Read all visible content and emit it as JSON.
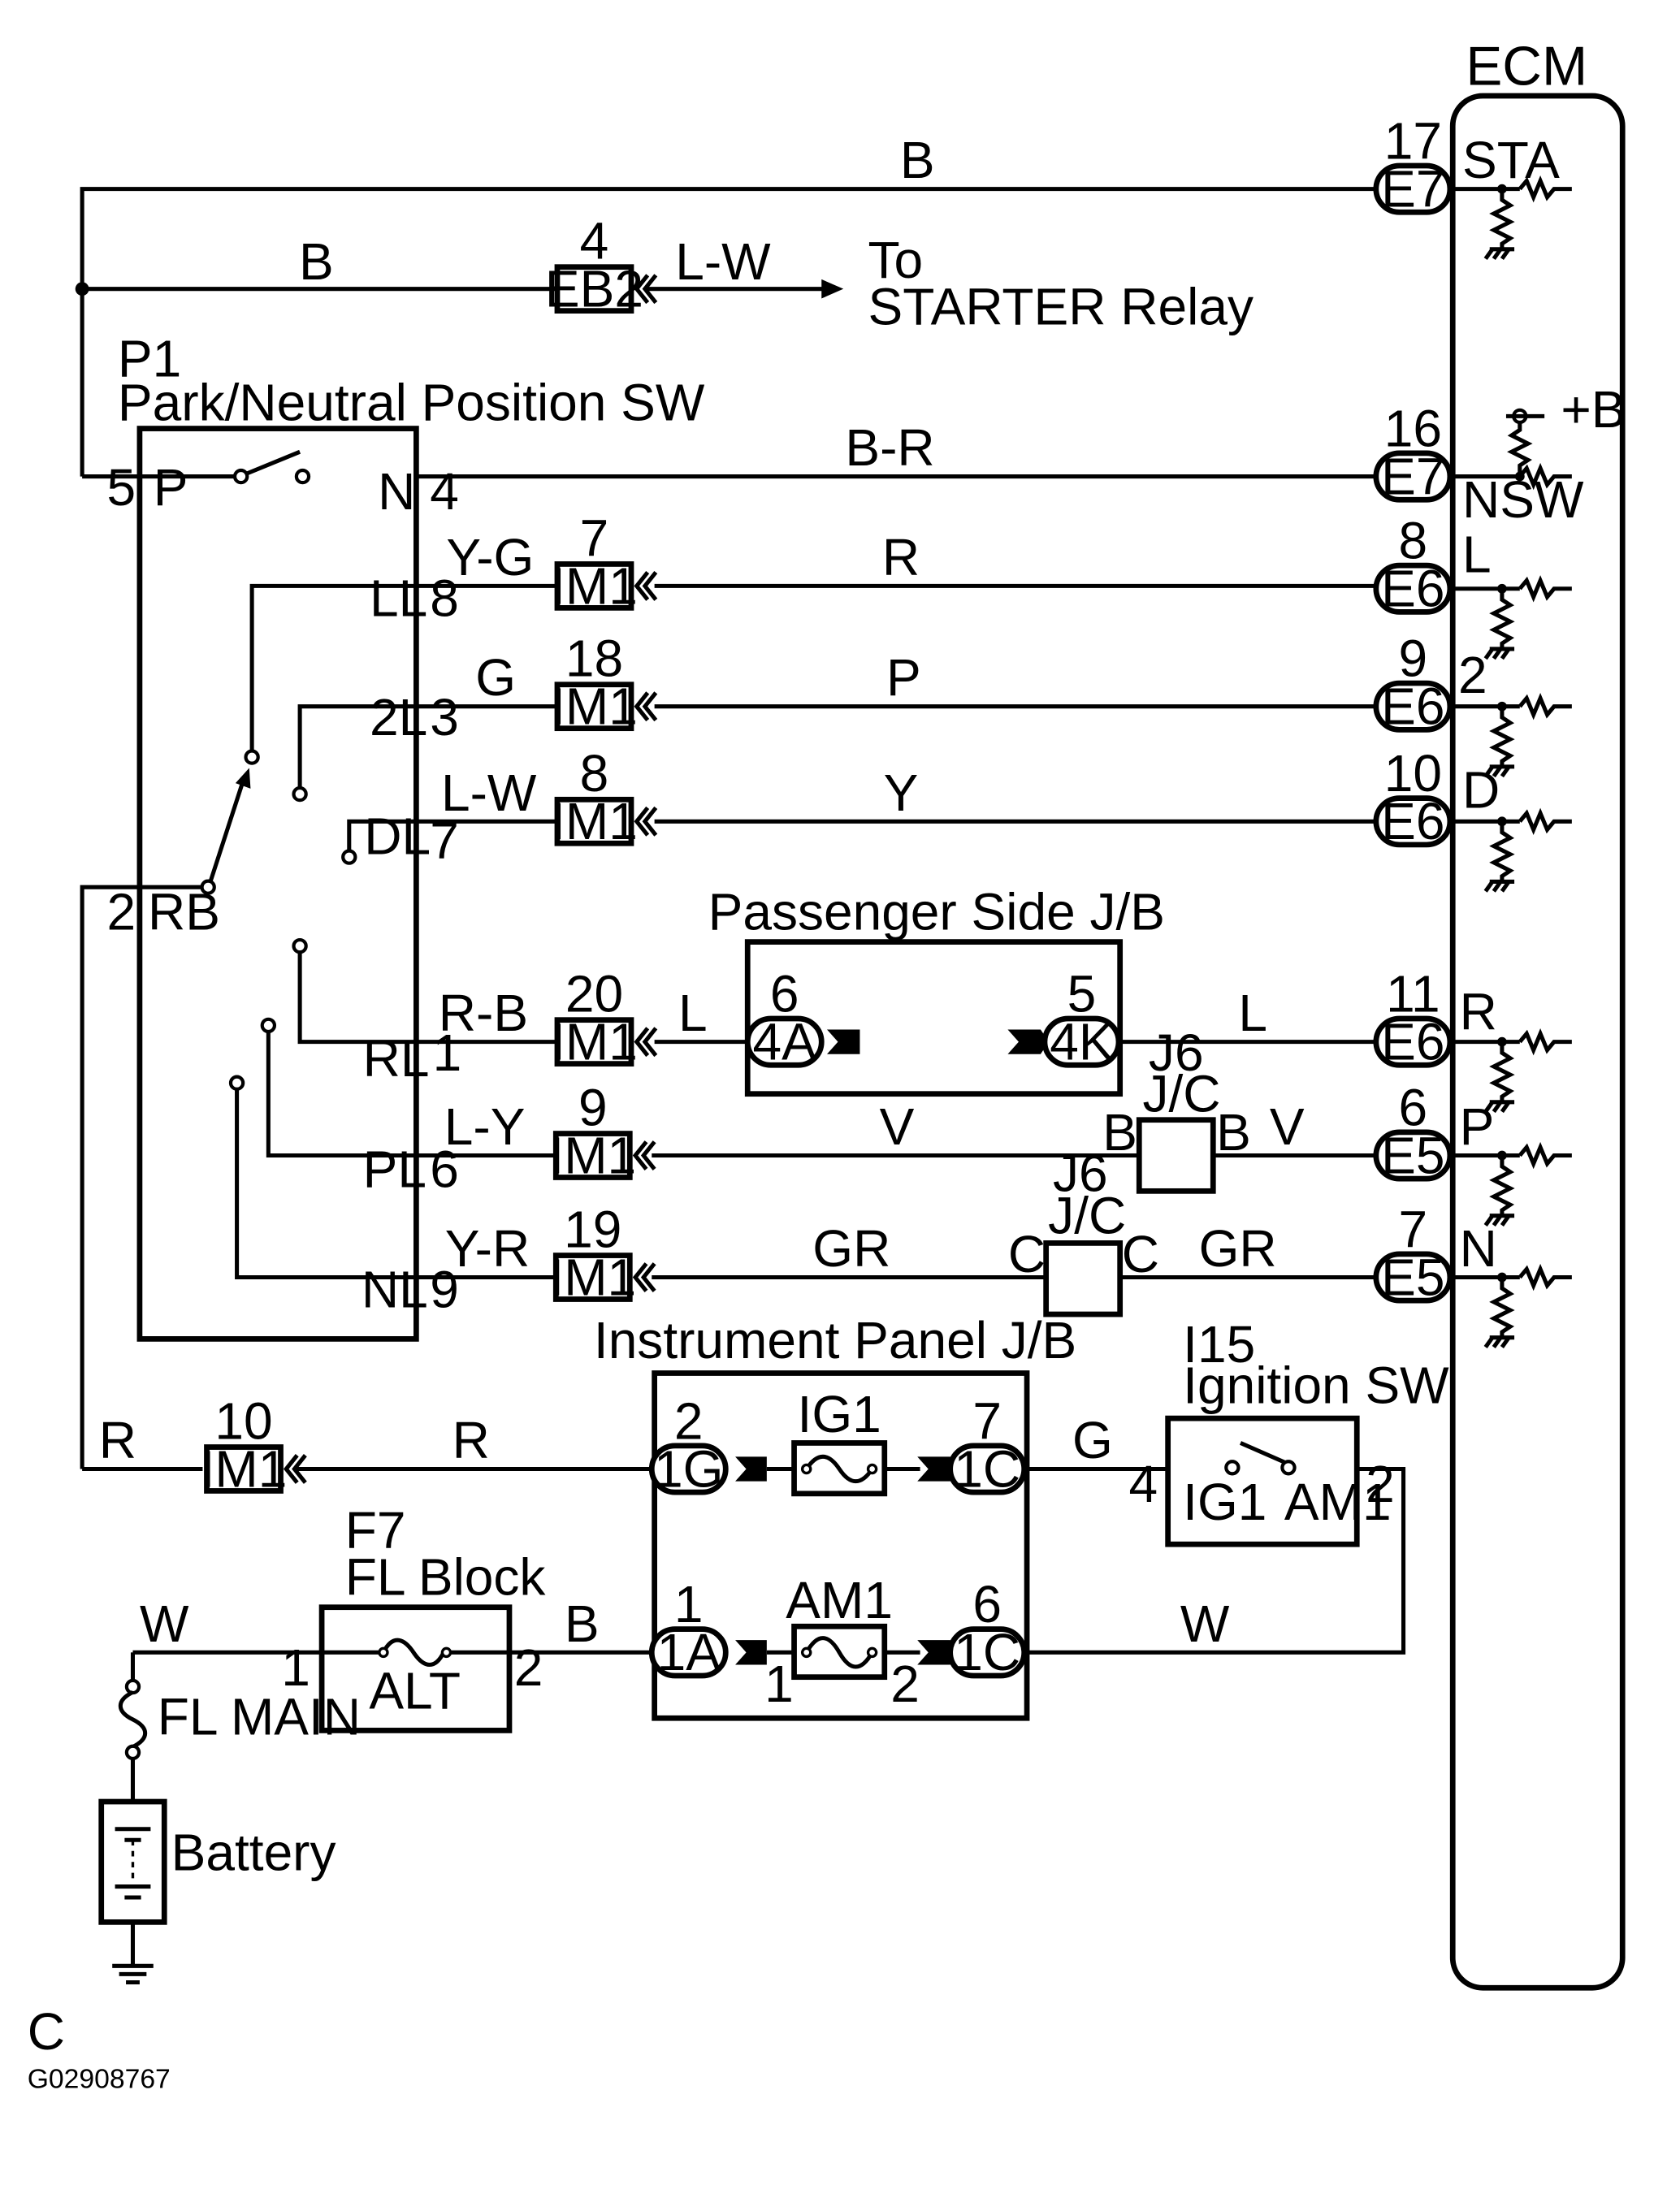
{
  "components": {
    "ecm": "ECM",
    "ecm_pins": {
      "sta": "STA",
      "plus_b": "+B",
      "nsw": "NSW",
      "l": "L",
      "two": "2",
      "d": "D",
      "r": "R",
      "p": "P",
      "n": "N"
    },
    "pnp_ref": "P1",
    "pnp_name": "Park/Neutral Position SW",
    "pnp_pins": {
      "p": "P",
      "n": "N",
      "ll": "LL",
      "twol": "2L",
      "dl": "DL",
      "rb": "RB",
      "rl": "RL",
      "pl": "PL",
      "nl": "NL"
    },
    "passenger_jb": "Passenger Side J/B",
    "instrument_jb": "Instrument Panel J/B",
    "ign_ref": "I15",
    "ign_name": "Ignition SW",
    "ign_pins": {
      "ig1": "IG1",
      "am1": "AM1"
    },
    "flblock_ref": "F7",
    "flblock_name": "FL Block",
    "alt": "ALT",
    "fl_main": "FL MAIN",
    "battery": "Battery",
    "starter_to": "To",
    "starter_relay": "STARTER Relay",
    "jc_ref": "J6",
    "jc_name": "J/C",
    "fuse_ig1": "IG1",
    "fuse_am1": "AM1"
  },
  "connectors": {
    "e7_17": {
      "code": "E7",
      "pin": "17"
    },
    "e7_16": {
      "code": "E7",
      "pin": "16"
    },
    "e6_8": {
      "code": "E6",
      "pin": "8"
    },
    "e6_9": {
      "code": "E6",
      "pin": "9"
    },
    "e6_10": {
      "code": "E6",
      "pin": "10"
    },
    "e6_11": {
      "code": "E6",
      "pin": "11"
    },
    "e5_6": {
      "code": "E5",
      "pin": "6"
    },
    "e5_7": {
      "code": "E5",
      "pin": "7"
    },
    "eb2": {
      "code": "EB2",
      "pin": "4"
    },
    "im1_7": {
      "code": "IM1",
      "pin": "7"
    },
    "im1_18": {
      "code": "IM1",
      "pin": "18"
    },
    "im1_8": {
      "code": "IM1",
      "pin": "8"
    },
    "im1_20": {
      "code": "IM1",
      "pin": "20"
    },
    "im1_9": {
      "code": "IM1",
      "pin": "9"
    },
    "im1_19": {
      "code": "IM1",
      "pin": "19"
    },
    "im1_10": {
      "code": "IM1",
      "pin": "10"
    },
    "c4a": {
      "code": "4A",
      "pin": "6"
    },
    "c4k": {
      "code": "4K",
      "pin": "5"
    },
    "c1g": {
      "code": "1G",
      "pin": "2"
    },
    "c1c_7": {
      "code": "1C",
      "pin": "7"
    },
    "c1a": {
      "code": "1A",
      "pin": "1"
    },
    "c1c_6": {
      "code": "1C",
      "pin": "6"
    }
  },
  "wires": {
    "sta_top": "B",
    "b_to_eb2": "B",
    "lw_starter": "L-W",
    "br_nsw": "B-R",
    "yg": "Y-G",
    "r_l": "R",
    "g_2l": "G",
    "p_2": "P",
    "lw_dl": "L-W",
    "y_d": "Y",
    "rb_rl": "R-B",
    "l_4a": "L",
    "l_e6": "L",
    "ly_pl": "L-Y",
    "v_jc": "V",
    "v_e5": "V",
    "yr_nl": "Y-R",
    "gr_jc": "GR",
    "gr_e5": "GR",
    "r_left": "R",
    "r_1g": "R",
    "g_ign": "G",
    "w_batt": "W",
    "b_1a": "B",
    "w_am1": "W"
  },
  "pins": {
    "pnp_5": "5",
    "pnp_4": "4",
    "pnp_8": "8",
    "pnp_3": "3",
    "pnp_7": "7",
    "pnp_2": "2",
    "pnp_1": "1",
    "pnp_6": "6",
    "pnp_9": "9",
    "ign_4": "4",
    "ign_2": "2",
    "fl_1": "1",
    "fl_2": "2",
    "am1_1": "1",
    "am1_2": "2",
    "jc_b1": "B",
    "jc_b2": "B",
    "jc_c1": "C",
    "jc_c2": "C"
  },
  "footer": {
    "letter": "C",
    "code": "G02908767"
  }
}
